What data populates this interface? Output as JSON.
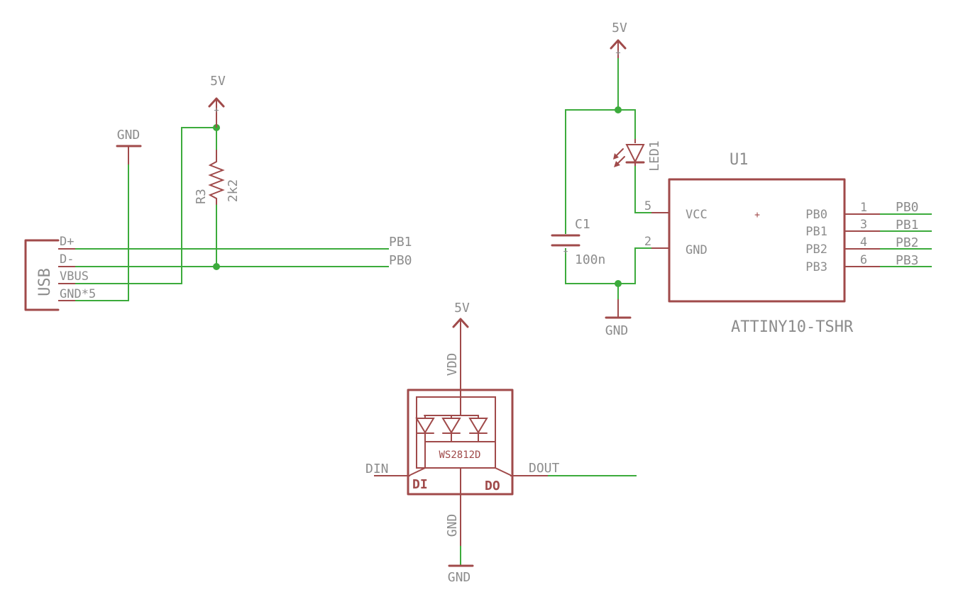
{
  "power": {
    "vcc_left": "5V",
    "vcc_top": "5V",
    "vcc_led": "5V",
    "gnd_usb": "GND",
    "gnd_attiny": "GND",
    "gnd_led": "GND"
  },
  "usb": {
    "name": "USB",
    "pins": [
      "D+",
      "D-",
      "VBUS",
      "GND*5"
    ]
  },
  "resistor": {
    "ref": "R3",
    "value": "2k2"
  },
  "usb_nets": {
    "dplus": "PB1",
    "dminus": "PB0"
  },
  "led1": {
    "ref": "LED1"
  },
  "capacitor": {
    "ref": "C1",
    "value": "100n"
  },
  "attiny": {
    "ref": "U1",
    "part": "ATTINY10-TSHR",
    "center_mark": "+",
    "left_pins": [
      {
        "num": "5",
        "name": "VCC"
      },
      {
        "num": "2",
        "name": "GND"
      }
    ],
    "right_pins": [
      {
        "num": "1",
        "name": "PB0",
        "net": "PB0"
      },
      {
        "num": "3",
        "name": "PB1",
        "net": "PB1"
      },
      {
        "num": "4",
        "name": "PB2",
        "net": "PB2"
      },
      {
        "num": "6",
        "name": "PB3",
        "net": "PB3"
      }
    ]
  },
  "ws2812": {
    "chip": "WS2812D",
    "vdd": "VDD",
    "gnd": "GND",
    "di": "DI",
    "do": "DO",
    "din": "DIN",
    "dout": "DOUT"
  },
  "colors": {
    "symbol": "#a04a4a",
    "wire": "#3cab3c",
    "text": "#8c8c8c",
    "background": "#ffffff"
  }
}
